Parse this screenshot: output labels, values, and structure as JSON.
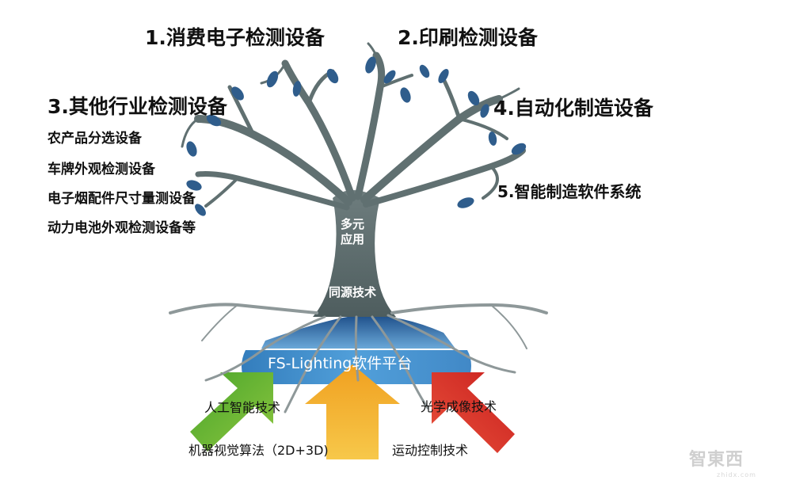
{
  "top_labels": {
    "app1": "1.消费电子检测设备",
    "app2": "2.印刷检测设备",
    "app3": "3.其他行业检测设备",
    "app4": "4.自动化制造设备",
    "app5": "5.智能制造软件系统"
  },
  "sub_items": [
    "农产品分选设备",
    "车牌外观检测设备",
    "电子烟配件尺寸量测设备",
    "动力电池外观检测设备等"
  ],
  "trunk": {
    "upper": "多元\n应用",
    "lower": "同源技术"
  },
  "platform": "FS-Lighting软件平台",
  "arrows": {
    "left_top": "人工智能技术",
    "left_bottom": "机器视觉算法（2D+3D)",
    "right_top": "光学成像技术",
    "right_bottom": "运动控制技术"
  },
  "watermark": {
    "logo": "智東西",
    "sub": "zhidx.com"
  },
  "colors": {
    "tree": "#5f6f70",
    "leaf": "#2f5d8c",
    "arrow_green": "#57a62f",
    "arrow_orange": "#f39a1b",
    "arrow_red": "#d8302c",
    "band_blue": "#3d8fd0"
  }
}
